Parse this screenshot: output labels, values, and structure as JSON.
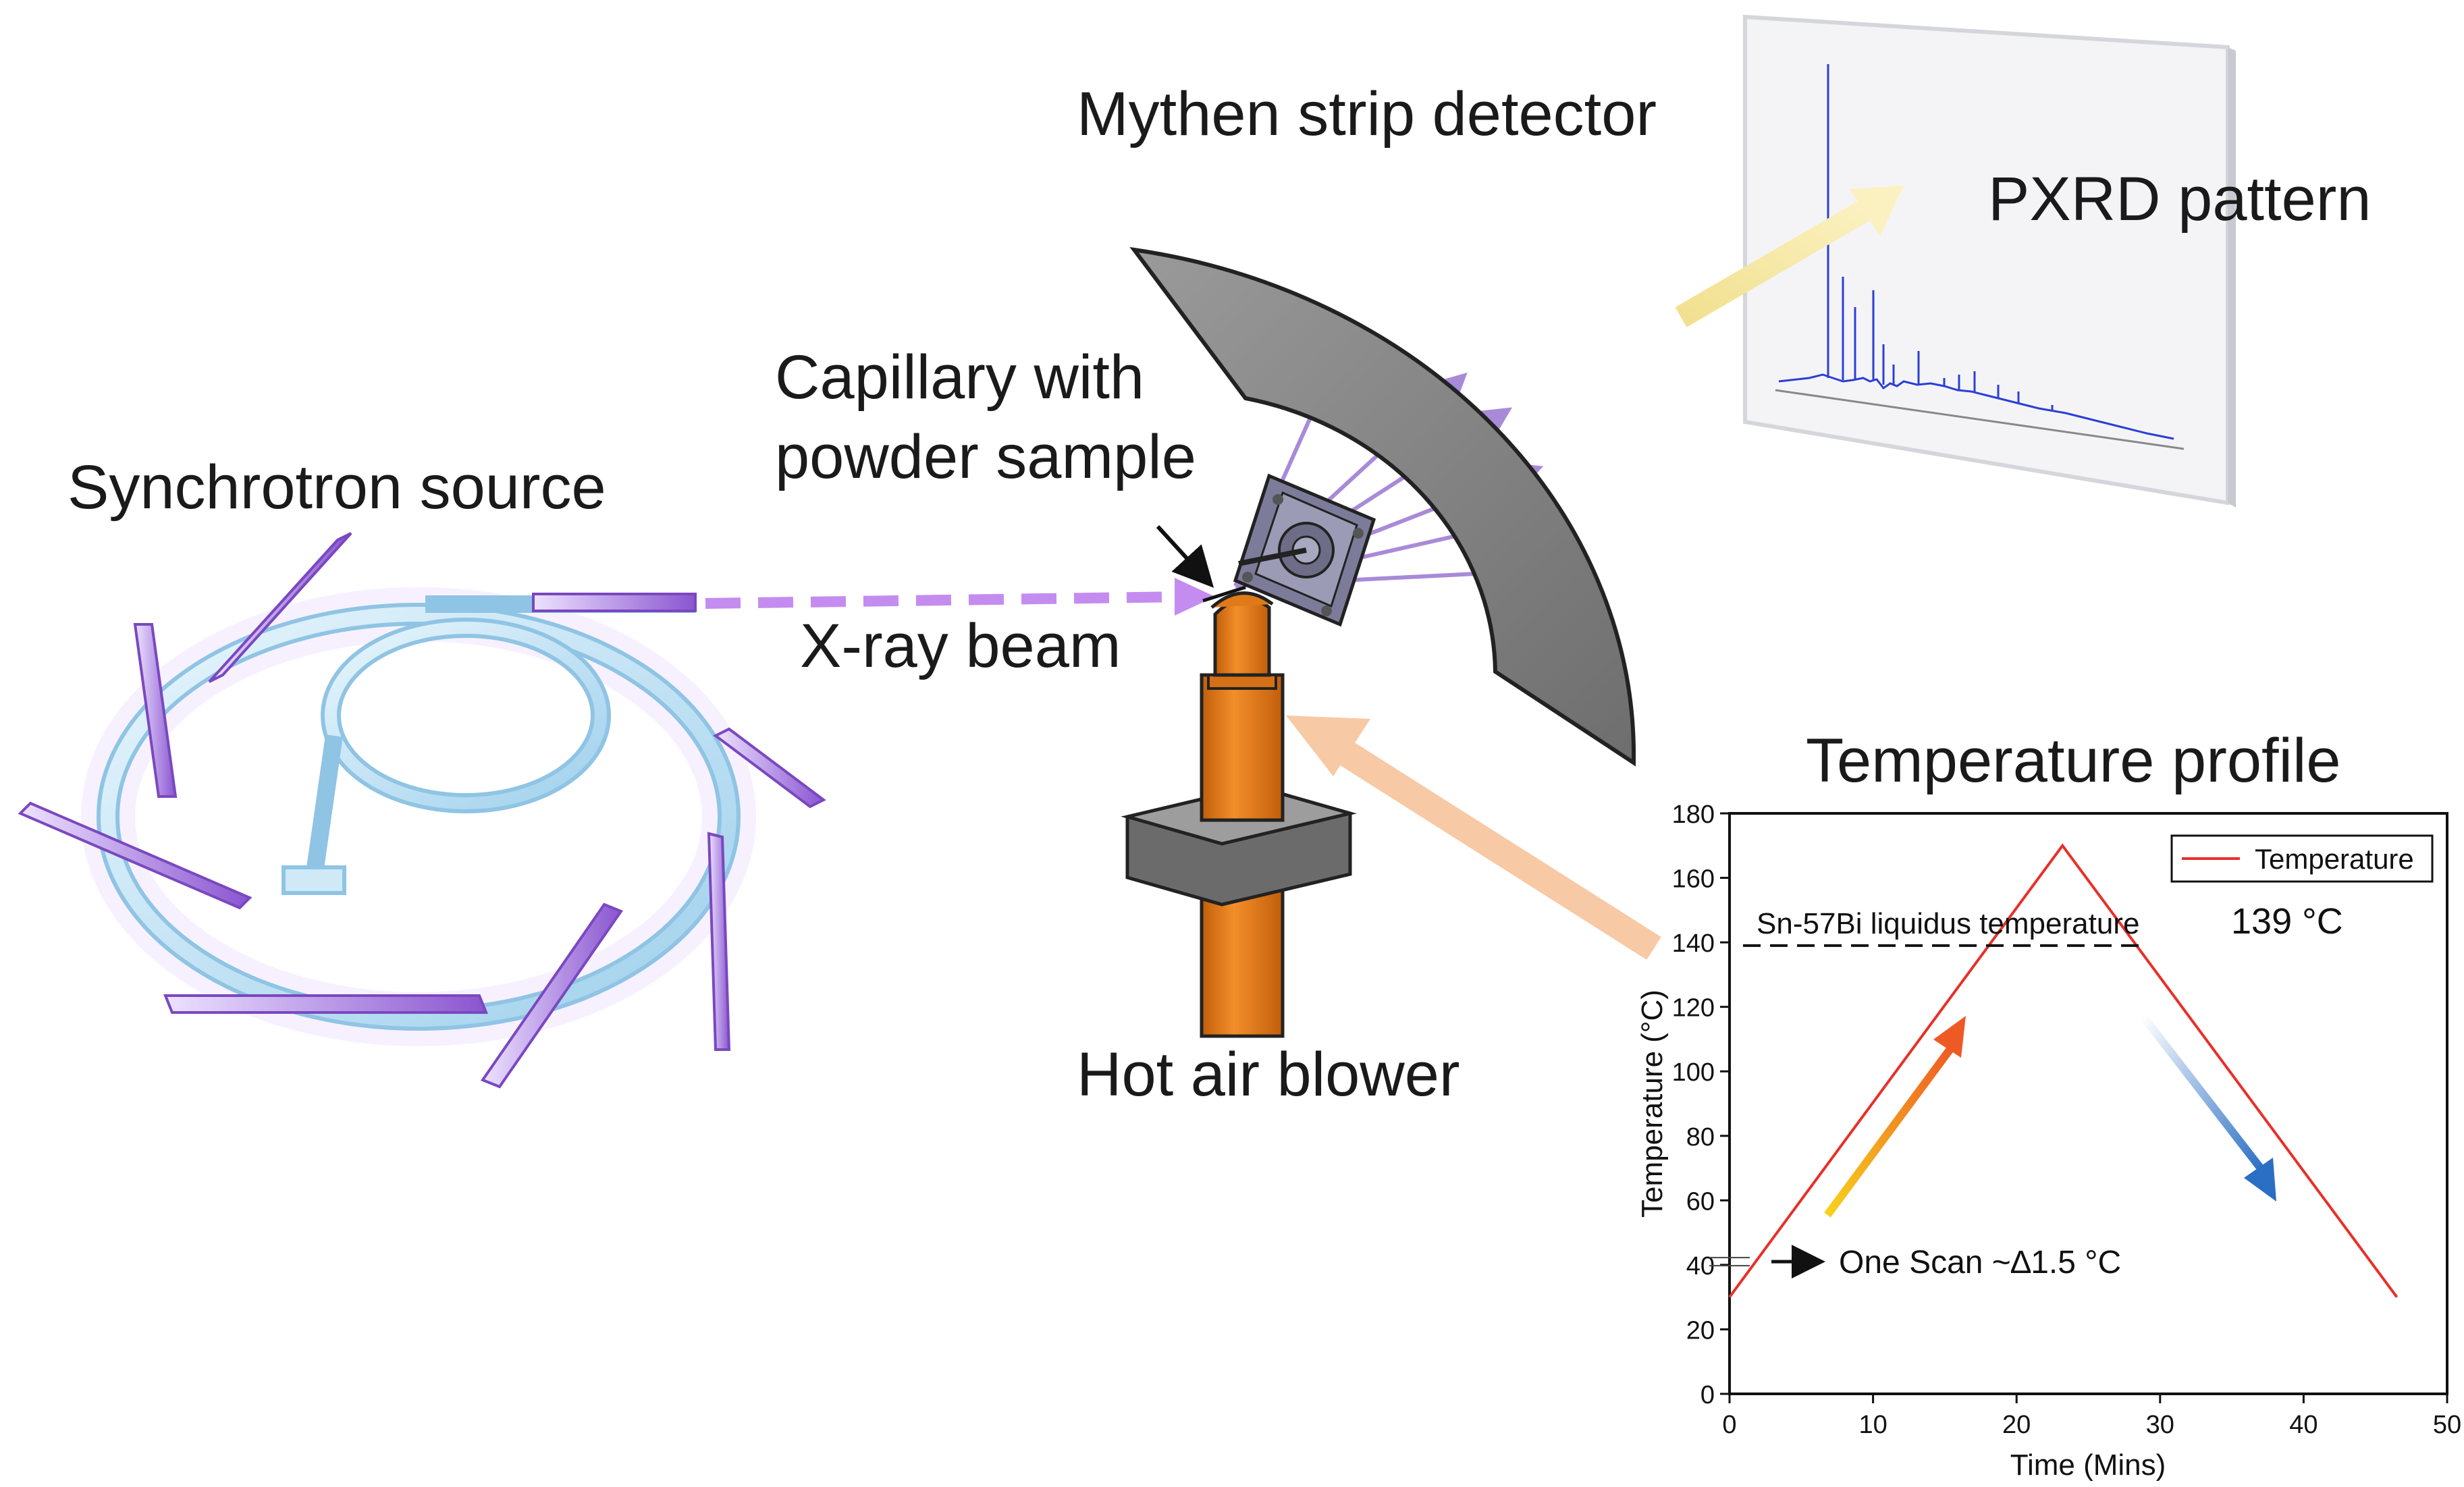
{
  "labels": {
    "detector": "Mythen strip detector",
    "pxrd": "PXRD pattern",
    "capillary_line1": "Capillary with",
    "capillary_line2": "powder sample",
    "synchrotron": "Synchrotron source",
    "xray": "X-ray beam",
    "blower": "Hot air blower",
    "temp_profile": "Temperature profile"
  },
  "chart_data": {
    "type": "line",
    "title": "Temperature profile",
    "xlabel": "Time (Mins)",
    "ylabel": "Temperature (°C)",
    "xlim": [
      0,
      50
    ],
    "ylim": [
      0,
      180
    ],
    "xticks": [
      "0",
      "10",
      "20",
      "30",
      "40",
      "50"
    ],
    "yticks": [
      "0",
      "20",
      "40",
      "60",
      "80",
      "100",
      "120",
      "140",
      "160",
      "180"
    ],
    "legend": "top-right",
    "grid": false,
    "series": [
      {
        "name": "Temperature",
        "color": "#e8302a",
        "points": [
          [
            0,
            30
          ],
          [
            23.2,
            170
          ],
          [
            46.5,
            30
          ]
        ]
      }
    ],
    "annotations": {
      "liquidus_label": "Sn-57Bi liquidus temperature",
      "liquidus_value": "139 °C",
      "liquidus_y": 139,
      "liquidus_x": [
        0,
        29
      ],
      "scan_label": "One Scan ~∆1.5 °C"
    }
  },
  "colors": {
    "detector": "#808080",
    "beam": "#c58cf0",
    "ring": "#bfe3f5",
    "blower": "#e07a18",
    "heat_arrow": "#f7c9a5",
    "pxrd_line": "#2b3fd6"
  }
}
